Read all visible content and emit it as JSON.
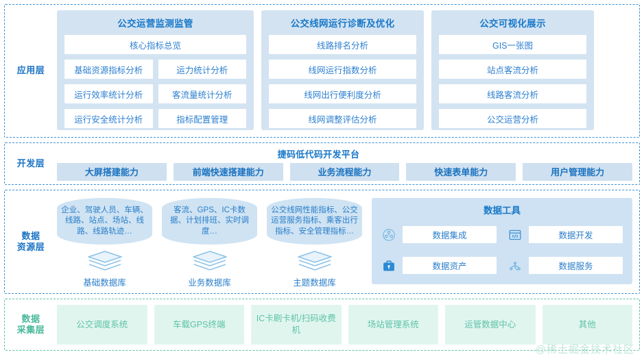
{
  "application_layer": {
    "label": "应用层",
    "panels": [
      {
        "title": "公交运营监测监管",
        "hero": "核心指标总览",
        "rows": [
          [
            "基础资源指标分析",
            "运力统计分析"
          ],
          [
            "运行效率统计分析",
            "客流量统计分析"
          ],
          [
            "运行安全统计分析",
            "指标配置管理"
          ]
        ]
      },
      {
        "title": "公交线网运行诊断及优化",
        "items": [
          "线路排名分析",
          "线网运行指数分析",
          "线网出行便利度分析",
          "线网调整评估分析"
        ]
      },
      {
        "title": "公交可视化展示",
        "items": [
          "GIS一张图",
          "站点客流分析",
          "线路客流分析",
          "公交运营分析"
        ]
      }
    ]
  },
  "development_layer": {
    "label": "开发层",
    "title": "捷码低代码开发平台",
    "items": [
      "大屏搭建能力",
      "前端快速搭建能力",
      "业务流程能力",
      "快速表单能力",
      "用户管理能力"
    ]
  },
  "data_resource_layer": {
    "label": "数据\n资源层",
    "label_line1": "数据",
    "label_line2": "资源层",
    "databases": [
      {
        "content": "企业、驾驶人员、车辆、线路、站点、场站、线路、线路轨迹…",
        "name": "基础数据库",
        "icon": "database-stack-icon"
      },
      {
        "content": "客流、GPS、IC卡数据、计划排班、实时调度…",
        "name": "业务数据库",
        "icon": "database-stack-icon"
      },
      {
        "content": "公交线网性能指标、公交运营服务指标、乘客出行指标、安全管理指标…",
        "name": "主题数据库",
        "icon": "database-stack-icon"
      }
    ],
    "tools": {
      "title": "数据工具",
      "items": [
        {
          "label": "数据集成",
          "icon": "integration-network-icon"
        },
        {
          "label": "数据开发",
          "icon": "code-window-icon"
        },
        {
          "label": "数据资产",
          "icon": "briefcase-asset-icon"
        },
        {
          "label": "数据服务",
          "icon": "service-node-icon"
        }
      ]
    }
  },
  "data_collection_layer": {
    "label_line1": "数据",
    "label_line2": "采集层",
    "items": [
      "公交调度系统",
      "车载GPS终端",
      "IC卡刷卡机/扫码收费机",
      "场站管理系统",
      "运管数据中心",
      "其他"
    ]
  },
  "watermark": "@稀土掘金技术社区",
  "colors": {
    "accent_blue": "#1878c8",
    "text_blue": "#2a7ec9",
    "panel_blue": "#d3e3f2",
    "dev_tile_blue": "#cfe0f0",
    "accent_green": "#5cc3a6",
    "collect_tile_green": "#e1f5ef",
    "border_blue": "#3f8fd0",
    "border_green": "#5cc0a6"
  }
}
